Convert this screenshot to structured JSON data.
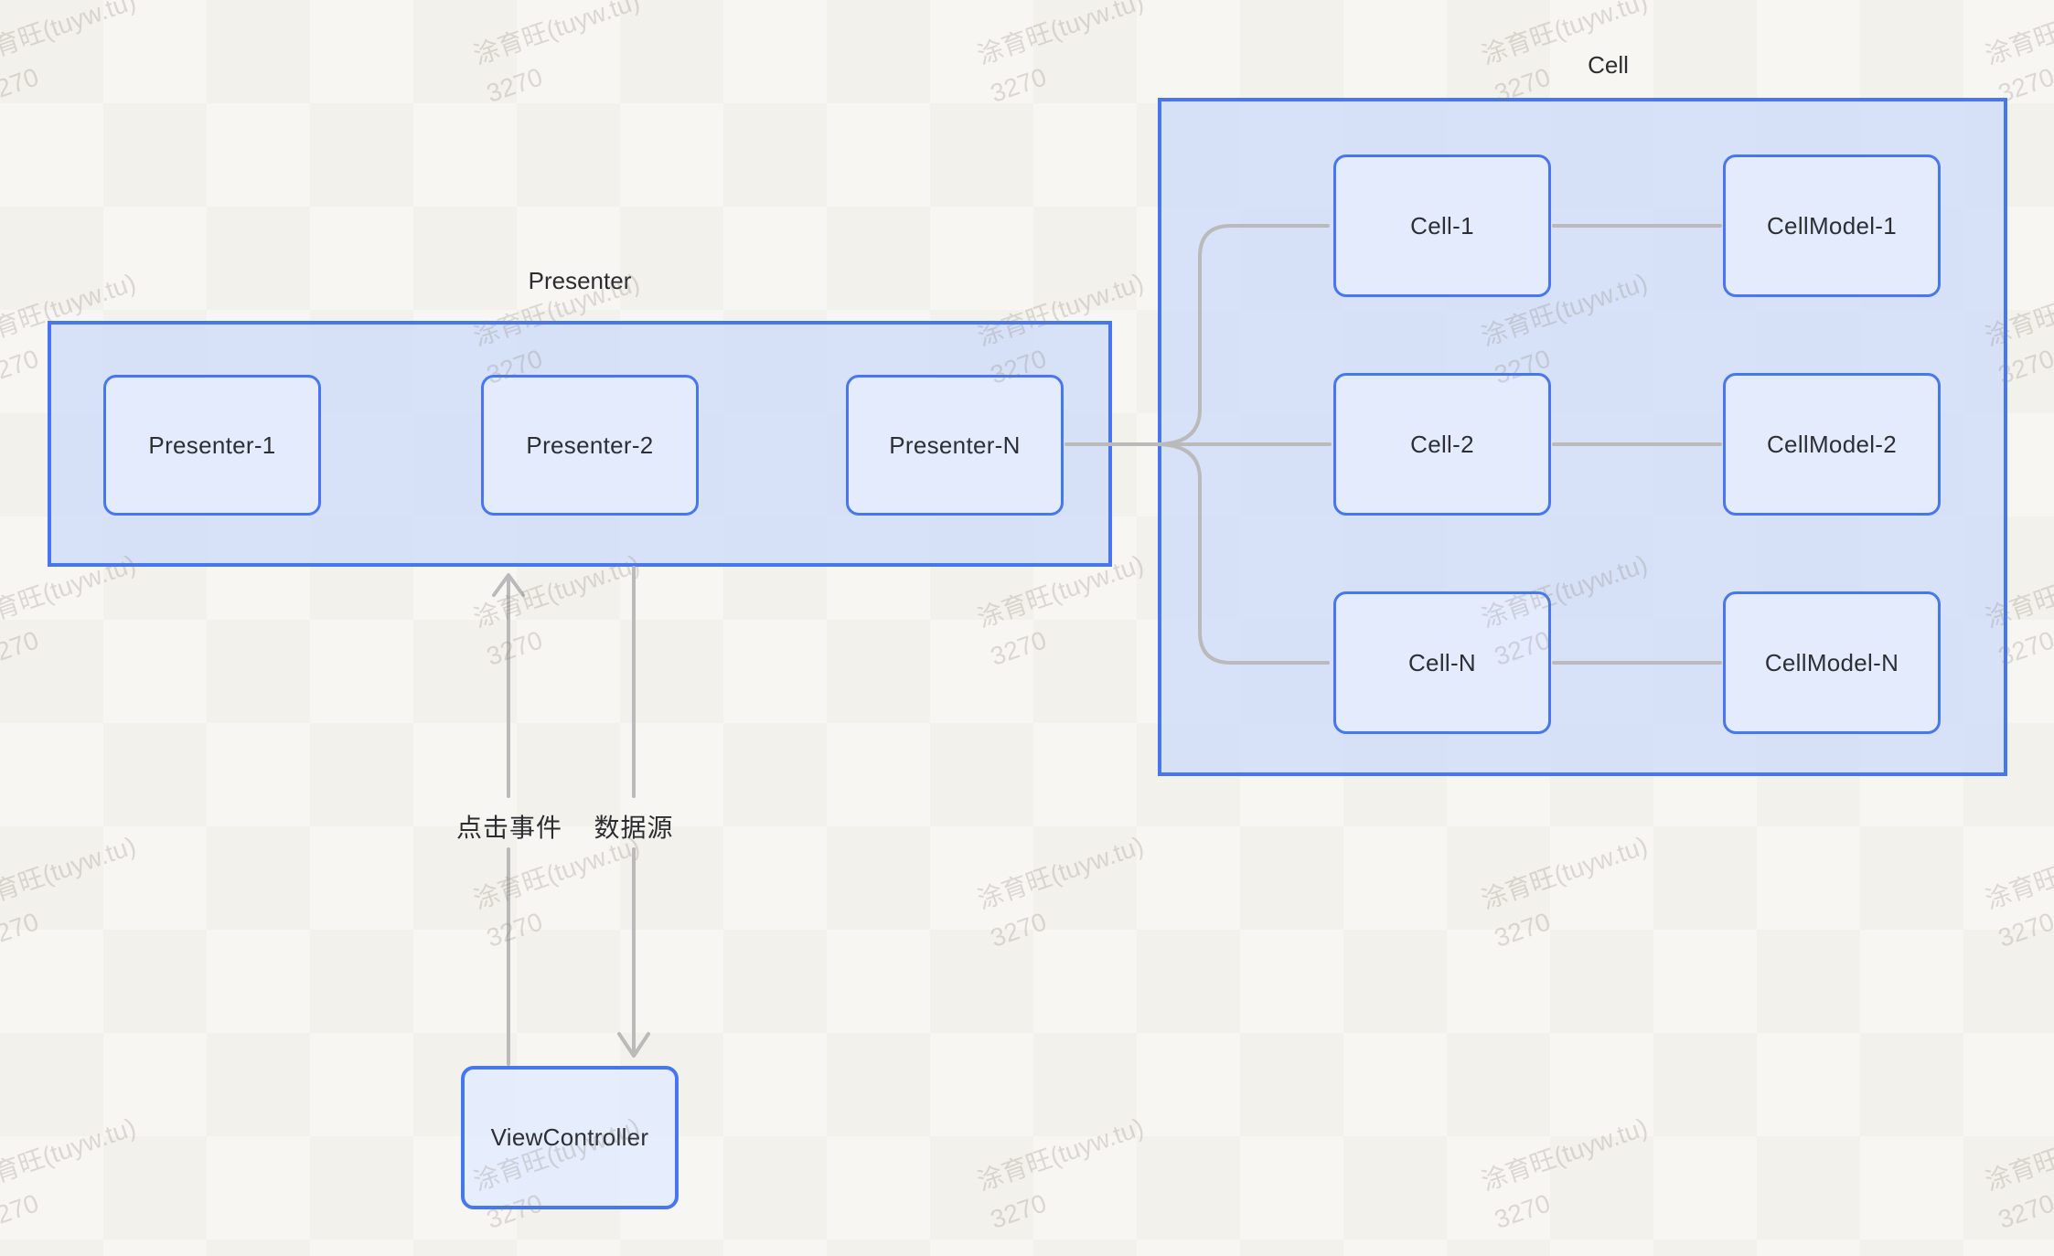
{
  "watermark": {
    "line1": "涂育旺(tuyw.tu)",
    "line2": "3270"
  },
  "presenter_group": {
    "title": "Presenter",
    "boxes": [
      {
        "label": "Presenter-1"
      },
      {
        "label": "Presenter-2"
      },
      {
        "label": "Presenter-N"
      }
    ]
  },
  "cell_group": {
    "title": "Cell",
    "rows": [
      {
        "cell": "Cell-1",
        "model": "CellModel-1"
      },
      {
        "cell": "Cell-2",
        "model": "CellModel-2"
      },
      {
        "cell": "Cell-N",
        "model": "CellModel-N"
      }
    ]
  },
  "view_controller": {
    "label": "ViewController"
  },
  "arrows": {
    "click_event_label": "点击事件",
    "data_source_label": "数据源"
  },
  "colors": {
    "node_border": "#4677f1",
    "group_fill": "#dbe3fa",
    "node_fill": "#e4ebfd",
    "connector_gray": "#bababa",
    "text": "#2d2f34",
    "background": "#f8f6f3"
  }
}
